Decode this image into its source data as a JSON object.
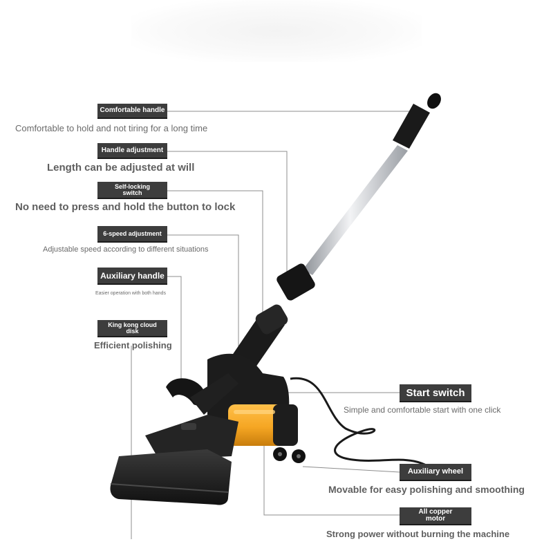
{
  "features": [
    {
      "label": "Comfortable handle",
      "description": "Comfortable to hold and not tiring for a long time"
    },
    {
      "label": "Handle adjustment",
      "description": "Length can be adjusted at will"
    },
    {
      "label": "Self-locking switch",
      "description": "No need to press and hold the button to lock"
    },
    {
      "label": "6-speed adjustment",
      "description": "Adjustable speed according to different situations"
    },
    {
      "label": "Auxiliary handle",
      "description": "Easier operation with both hands"
    },
    {
      "label": "King kong cloud disk",
      "description": "Efficient polishing"
    },
    {
      "label": "Start switch",
      "description": "Simple and comfortable start with one click"
    },
    {
      "label": "Auxiliary wheel",
      "description": "Movable for easy polishing and smoothing"
    },
    {
      "label": "All copper motor",
      "description": "Strong power without burning the machine"
    }
  ],
  "colors": {
    "tag_background": "#3d3d3d",
    "tag_text": "#ffffff",
    "description_text": "#6a6a6a",
    "leader_line": "#8c8c8c",
    "motor_accent": "#f5a623",
    "tool_body": "#1e1e1e",
    "pole_metal": "#c9ccd0"
  }
}
